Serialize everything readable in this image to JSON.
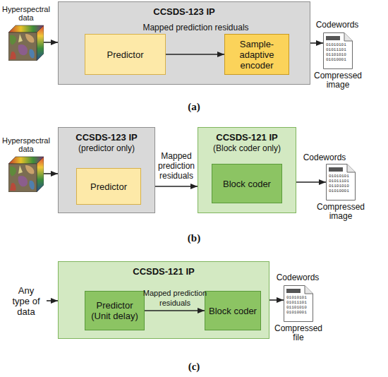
{
  "diagram": {
    "nodes": [
      {
        "text": [
          "Hyperspectral data"
        ]
      },
      {
        "text": [
          "CCSDS-123 IP"
        ]
      },
      {
        "text": [
          "Predictor"
        ],
        "in": 1
      },
      {
        "text": [
          "Sample-adaptive encoder"
        ],
        "in": 1
      },
      {
        "text": [
          "01010101 01011101 01101010 01010001",
          "Compressed image"
        ]
      },
      {
        "text": [
          "Hyperspectral data"
        ]
      },
      {
        "text": [
          "CCSDS-123 IP",
          "(predictor only)"
        ]
      },
      {
        "text": [
          "Predictor"
        ],
        "in": 6
      },
      {
        "text": [
          "CCSDS-121 IP",
          "(Block coder only)"
        ]
      },
      {
        "text": [
          "Block coder"
        ],
        "in": 8
      },
      {
        "text": [
          "01010101 01011101 01101010 01010001",
          "Compressed image"
        ]
      },
      {
        "text": [
          "Any type of data"
        ]
      },
      {
        "text": [
          "CCSDS-121 IP"
        ]
      },
      {
        "text": [
          "Predictor (Unit delay)"
        ],
        "in": 12
      },
      {
        "text": [
          "Block coder"
        ],
        "in": 12
      },
      {
        "text": [
          "01010101 01011101 01101010 01010001",
          "Compressed file"
        ]
      }
    ],
    "edges": [
      {
        "from": 0,
        "to": 1,
        "arrow": "to"
      },
      {
        "from": 2,
        "to": 3,
        "label": "Mapped prediction residuals",
        "arrow": "to"
      },
      {
        "from": 1,
        "to": 4,
        "label": "Codewords",
        "arrow": "to"
      },
      {
        "from": 5,
        "to": 6,
        "arrow": "to"
      },
      {
        "from": 6,
        "to": 8,
        "label": "Mapped prediction residuals",
        "arrow": "to"
      },
      {
        "from": 8,
        "to": 10,
        "label": "Codewords",
        "arrow": "to"
      },
      {
        "from": 11,
        "to": 12,
        "arrow": "to"
      },
      {
        "from": 13,
        "to": 14,
        "label": "Mapped prediction residuals",
        "arrow": "to"
      },
      {
        "from": 12,
        "to": 15,
        "label": "Codewords",
        "arrow": "to"
      }
    ],
    "labels": [
      "(a)",
      "(b)",
      "(c)"
    ]
  }
}
